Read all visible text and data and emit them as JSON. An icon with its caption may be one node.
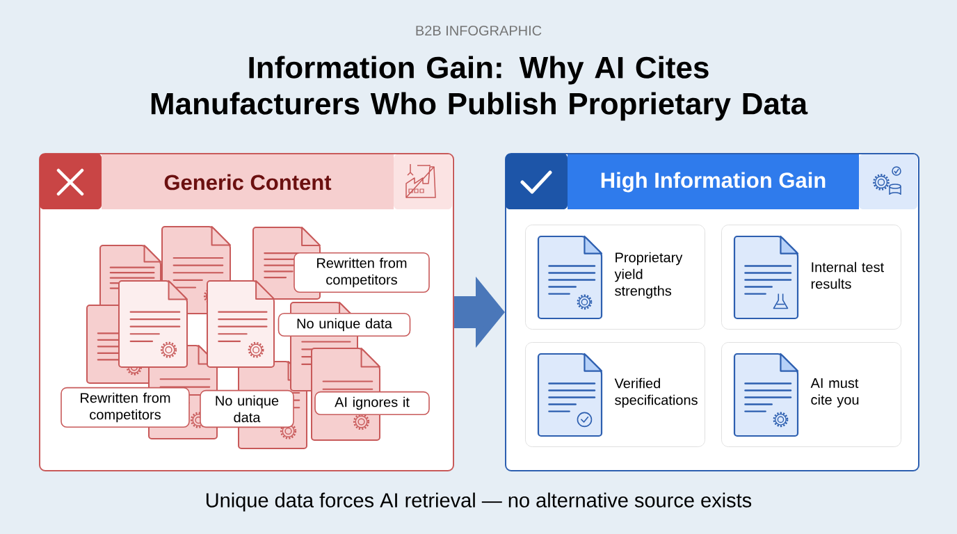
{
  "diagram": {
    "title": "Information Gain: Why AI Cites Manufacturers Who Publish Proprietary Data",
    "caption": "Unique data forces AI retrieval — no alternative source exists",
    "nodes": [
      {
        "text": [
          "Generic Content"
        ]
      },
      {
        "text": [
          "Rewritten from competitors"
        ],
        "in": 0
      },
      {
        "text": [
          "No unique data"
        ],
        "in": 0
      },
      {
        "text": [
          "Rewritten from competitors"
        ],
        "in": 0
      },
      {
        "text": [
          "No unique data"
        ],
        "in": 0
      },
      {
        "text": [
          "AI ignores it"
        ],
        "in": 0
      },
      {
        "text": [
          "High Information Gain"
        ]
      },
      {
        "text": [
          "Proprietary yield strengths"
        ],
        "in": 6
      },
      {
        "text": [
          "Internal test results"
        ],
        "in": 6
      },
      {
        "text": [
          "Verified specifications"
        ],
        "in": 6
      },
      {
        "text": [
          "AI must cite you"
        ],
        "in": 6
      }
    ],
    "edges": [
      {
        "from": 0,
        "to": 6,
        "arrow": "to"
      }
    ],
    "labels": [
      "B2B INFOGRAPHIC"
    ]
  }
}
